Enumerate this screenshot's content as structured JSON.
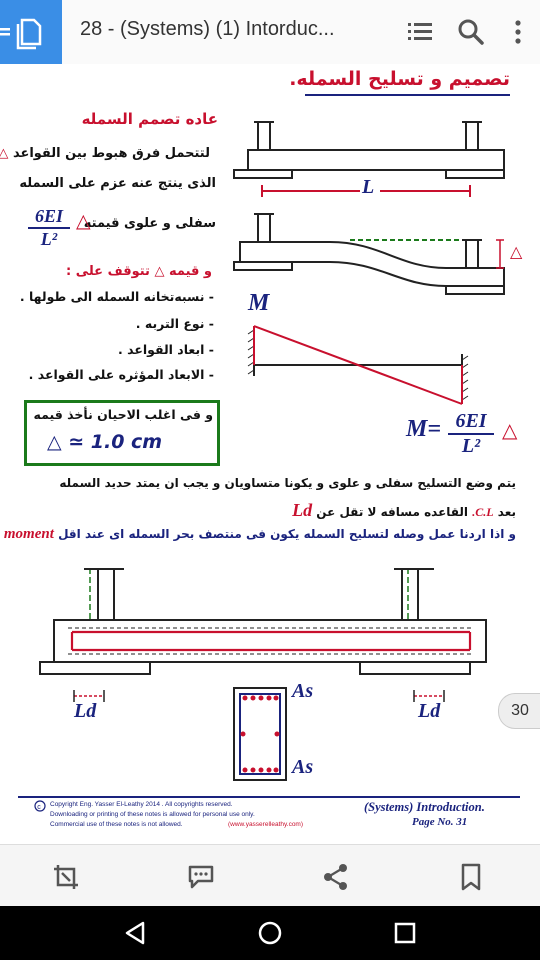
{
  "appbar": {
    "title": "28 - (Systems) (1) Intorduc...",
    "icons": [
      "document-copy-icon",
      "table-of-contents-icon",
      "search-icon",
      "more-vert-icon"
    ]
  },
  "doc": {
    "heading": "تصميم و تسليح السمله.",
    "subheading": "عاده تصمم السمله",
    "line1": "لتتحمل فرق هبوط بين القواعد",
    "line2": "الذى ينتج عنه عزم على السمله",
    "line3": "سفلى و علوى قيمته",
    "frac1_num": "6EI",
    "frac1_den": "L²",
    "delta": "△",
    "depends": "و قيمه △ تتوقف على :",
    "bullets": [
      "- نسبه‌تخانه السمله الى طولها .",
      "- نوع التربه .",
      "- ابعاد القواعد .",
      "- الابعاد المؤثره على القواعد ."
    ],
    "box_line1": "و فى اغلب الاحيان نأخذ قيمه",
    "box_line2": "△ ≃ 1.0 cm",
    "label_L": "L",
    "label_M": "M",
    "formula_M": "M=",
    "formula_num": "6EI",
    "formula_den": "L²",
    "para1": "يتم وضع التسليح سفلى و علوى و يكونا متساويان و يجب ان يمتد حديد السمله",
    "para2_a": "بعد",
    "para2_cl": "C.L.",
    "para2_b": "القاعده مسافه لا تقل عن",
    "para2_ld": "Ld",
    "para3": "و اذا اردنا عمل وصله لتسليح السمله يكون فى منتصف بحر السمله اى عند اقل",
    "para3_moment": "moment",
    "label_Ld_left": "Ld",
    "label_Ld_right": "Ld",
    "label_As_top": "As",
    "label_As_bottom": "As"
  },
  "footer": {
    "copyright": "Copyright  Eng. Yasser El-Leathy 2014 . All copyrights reserved.",
    "line2": "Downloading or printing of these notes is allowed for personal use only.",
    "line3": "Commercial use of these notes is not allowed.",
    "website": "(www.yasserelleathy.com)",
    "title": "(Systems) Introduction.",
    "page": "Page No. 31"
  },
  "page_badge": "30",
  "bottombar": {
    "icons": [
      "crop-tool-icon",
      "comment-icon",
      "share-icon",
      "bookmark-icon"
    ]
  },
  "navbar": {
    "icons": [
      "back-icon",
      "home-icon",
      "recents-icon"
    ]
  },
  "colors": {
    "accent": "#3a8ee6",
    "doc_red": "#c8102e",
    "doc_blue": "#1a237e",
    "doc_green": "#1b7a1b"
  }
}
